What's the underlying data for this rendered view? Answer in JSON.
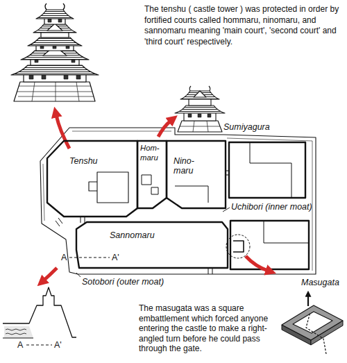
{
  "diagram": {
    "nodes": [
      {
        "text": [
          "Tenshu"
        ]
      },
      {
        "text": [
          "Hom-maru"
        ]
      },
      {
        "text": [
          "Nino-maru"
        ]
      },
      {
        "text": [
          "Sannomaru"
        ]
      }
    ],
    "labels": [
      "The tenshu ( castle tower ) was protected in order by fortified courts called hommaru, ninomaru, and sannomaru meaning 'main court', 'second court' and 'third court' respectively.",
      "Sumiyagura",
      "Uchibori (inner moat)",
      "A",
      "A'",
      "Sotobori (outer moat)",
      "Masugata",
      "A",
      "A'",
      "The masugata was a square embattlement which forced anyone entering the castle to make a right-angled turn before he could pass through the gate."
    ]
  }
}
